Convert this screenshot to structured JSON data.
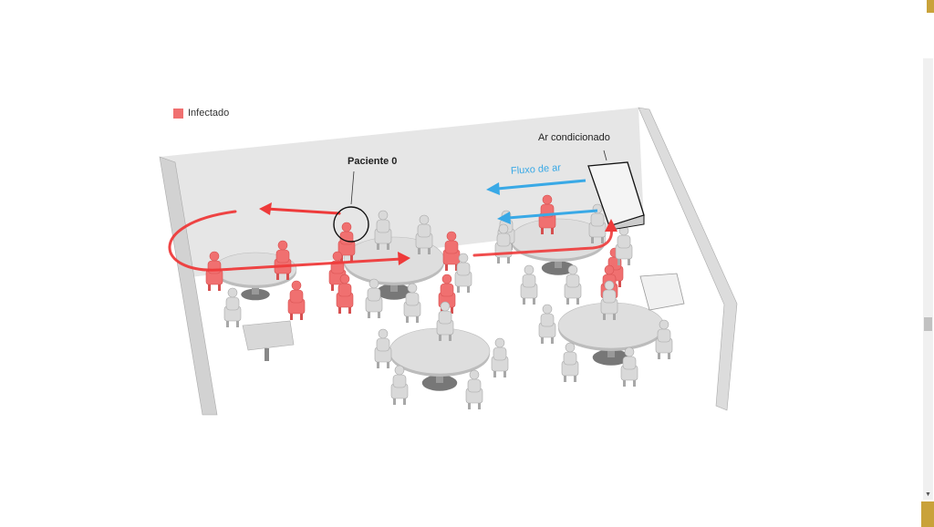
{
  "legend": {
    "label": "Infectado",
    "color": "#f07070"
  },
  "labels": {
    "patient_zero": "Paciente 0",
    "air_conditioner": "Ar condicionado",
    "air_flow": "Fluxo de ar"
  },
  "colors": {
    "infected": "#f07070",
    "healthy": "#d9d9d9",
    "infection_path": "#ee3a3a",
    "air_flow": "#39a9e6",
    "wall": "#e4e4e4"
  }
}
